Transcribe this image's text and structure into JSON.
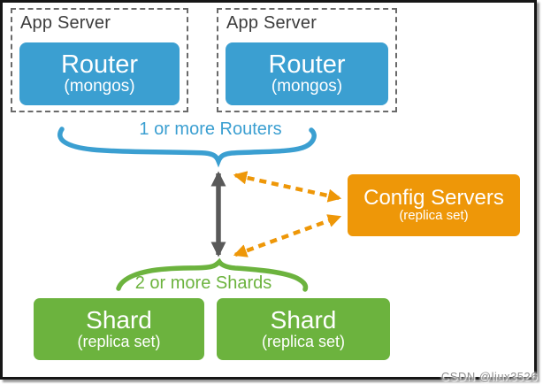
{
  "diagram": {
    "app_servers": [
      {
        "label": "App Server",
        "node": {
          "title": "Router",
          "subtitle": "(mongos)"
        }
      },
      {
        "label": "App Server",
        "node": {
          "title": "Router",
          "subtitle": "(mongos)"
        }
      }
    ],
    "routers_annotation": "1 or more Routers",
    "shards_annotation": "2 or more Shards",
    "config_servers": {
      "title": "Config Servers",
      "subtitle": "(replica set)"
    },
    "shards": [
      {
        "title": "Shard",
        "subtitle": "(replica set)"
      },
      {
        "title": "Shard",
        "subtitle": "(replica set)"
      }
    ],
    "colors": {
      "blue": "#3B9FD1",
      "green": "#6CB33E",
      "orange": "#EE9708",
      "gray_arrow": "#595959",
      "border_dash": "#6a6a6a",
      "label_text": "#3c3c3c"
    },
    "watermark": "CSDN @liux3526"
  }
}
